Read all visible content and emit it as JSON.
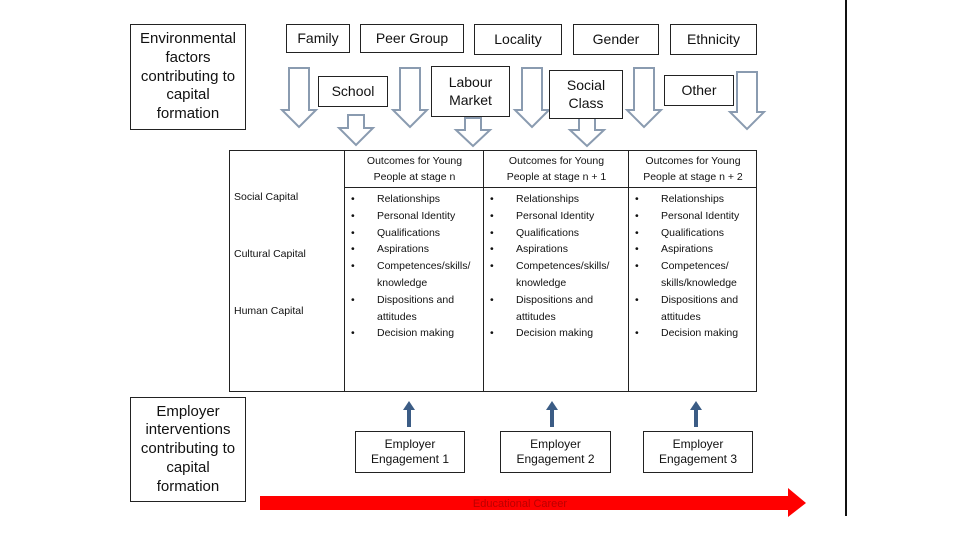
{
  "environmental_label": "Environmental\nfactors\ncontributing to\ncapital\nformation",
  "factors_top": [
    "Family",
    "Peer Group",
    "Locality",
    "Gender",
    "Ethnicity"
  ],
  "factors_mid": [
    "School",
    "Labour\nMarket",
    "Social\nClass",
    "Other"
  ],
  "table": {
    "row_labels": [
      "Social Capital",
      "Cultural Capital",
      "Human Capital"
    ],
    "columns": [
      {
        "header": "Outcomes for Young\nPeople at stage n",
        "items": [
          "Relationships",
          "Personal Identity",
          "Qualifications",
          "Aspirations",
          "Competences/skills/\nknowledge",
          "Dispositions and\nattitudes",
          "Decision making"
        ]
      },
      {
        "header": "Outcomes for Young\nPeople at stage n + 1",
        "items": [
          "Relationships",
          "Personal Identity",
          "Qualifications",
          "Aspirations",
          "Competences/skills/\nknowledge",
          "Dispositions and\nattitudes",
          "Decision making"
        ]
      },
      {
        "header": "Outcomes for Young\nPeople at stage n + 2",
        "items": [
          "Relationships",
          "Personal Identity",
          "Qualifications",
          "Aspirations",
          "Competences/\nskills/knowledge",
          "Dispositions and\nattitudes",
          "Decision making"
        ]
      }
    ]
  },
  "employer_label": "Employer\ninterventions\ncontributing to\ncapital\nformation",
  "engagements": [
    "Employer\nEngagement 1",
    "Employer\nEngagement 2",
    "Employer\nEngagement 3"
  ],
  "timeline_label": "Educational Career",
  "colors": {
    "arrow_outline": "#8a9bb0",
    "up_arrow": "#3b5c85",
    "timeline": "#ff0000"
  }
}
